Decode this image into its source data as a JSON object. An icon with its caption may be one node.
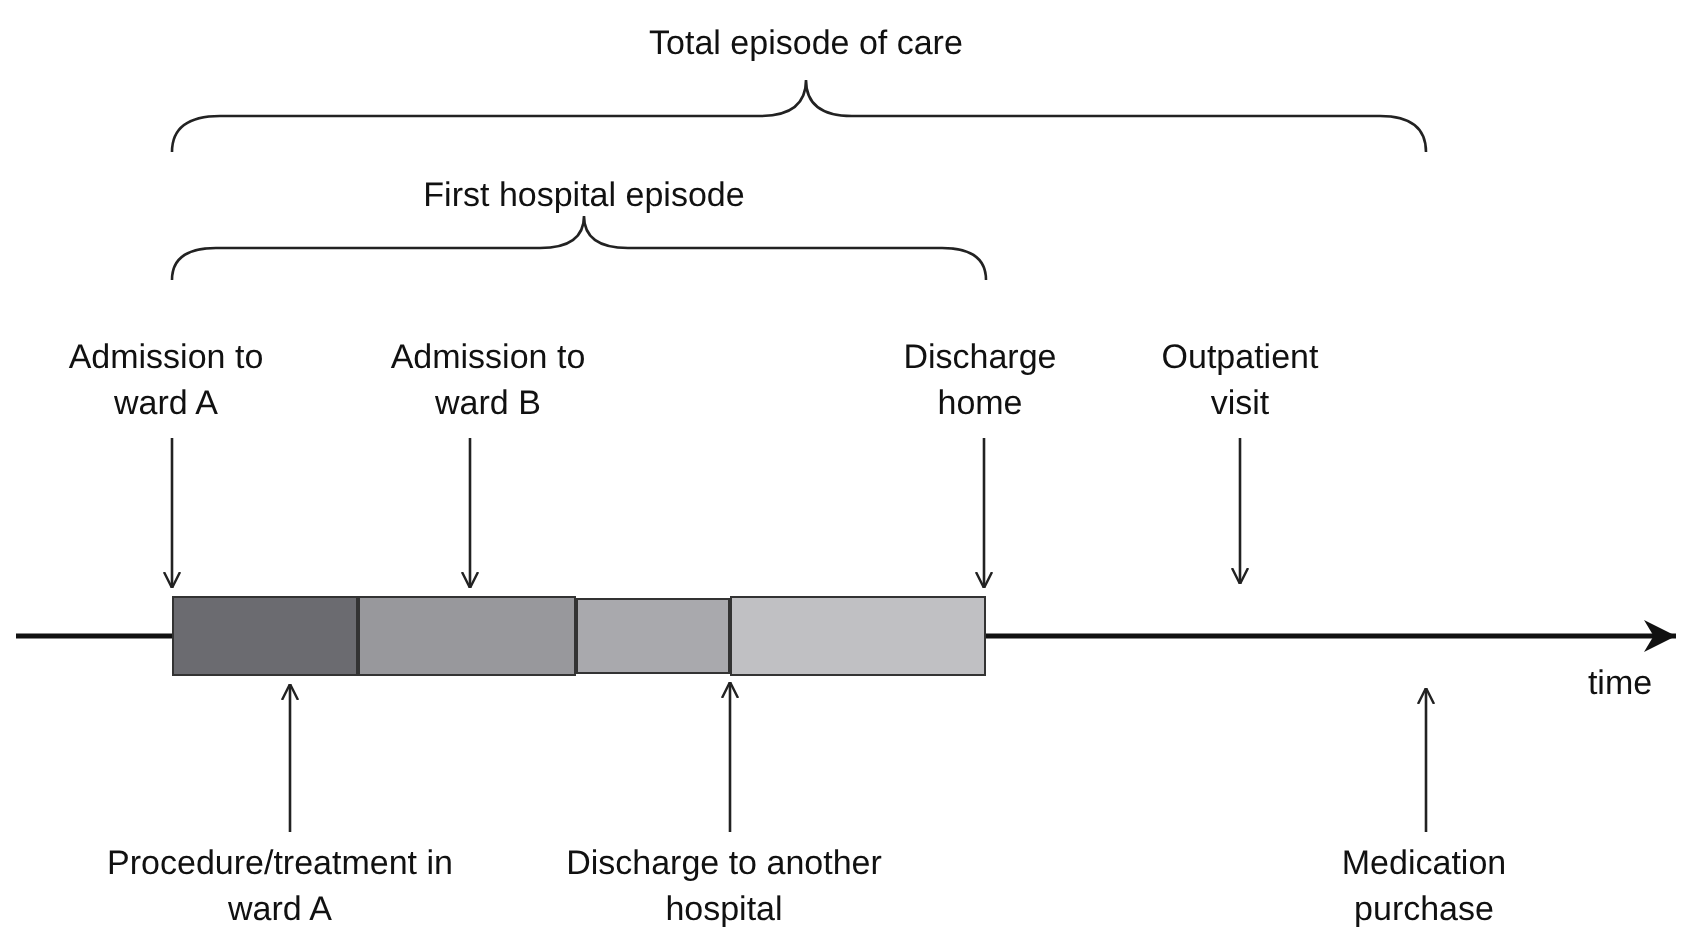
{
  "diagram": {
    "nodes": [
      {
        "text": [
          "Admission to ward A"
        ]
      },
      {
        "text": [
          "Admission to ward B"
        ]
      },
      {
        "text": [
          "Discharge home"
        ]
      },
      {
        "text": [
          "Outpatient visit"
        ]
      },
      {
        "text": [],
        "shape": "bar"
      },
      {
        "text": [],
        "shape": "bar"
      },
      {
        "text": [],
        "shape": "bar"
      },
      {
        "text": [],
        "shape": "bar"
      },
      {
        "text": [
          "Procedure/treatment in ward A"
        ]
      },
      {
        "text": [
          "Discharge to another hospital"
        ]
      },
      {
        "text": [
          "Medication purchase"
        ]
      }
    ],
    "edges": [
      {
        "from": 0,
        "to": 4,
        "arrow": "to"
      },
      {
        "from": 1,
        "to": 5,
        "arrow": "to"
      },
      {
        "from": 2,
        "to": 7,
        "arrow": "to"
      },
      {
        "from": 3,
        "to": null,
        "arrow": "to"
      },
      {
        "from": 8,
        "to": 4,
        "arrow": "to"
      },
      {
        "from": 9,
        "to": 6,
        "arrow": "to"
      },
      {
        "from": 10,
        "to": null,
        "arrow": "to"
      }
    ],
    "labels": [
      "Total episode of care",
      "First hospital episode",
      "time"
    ]
  }
}
